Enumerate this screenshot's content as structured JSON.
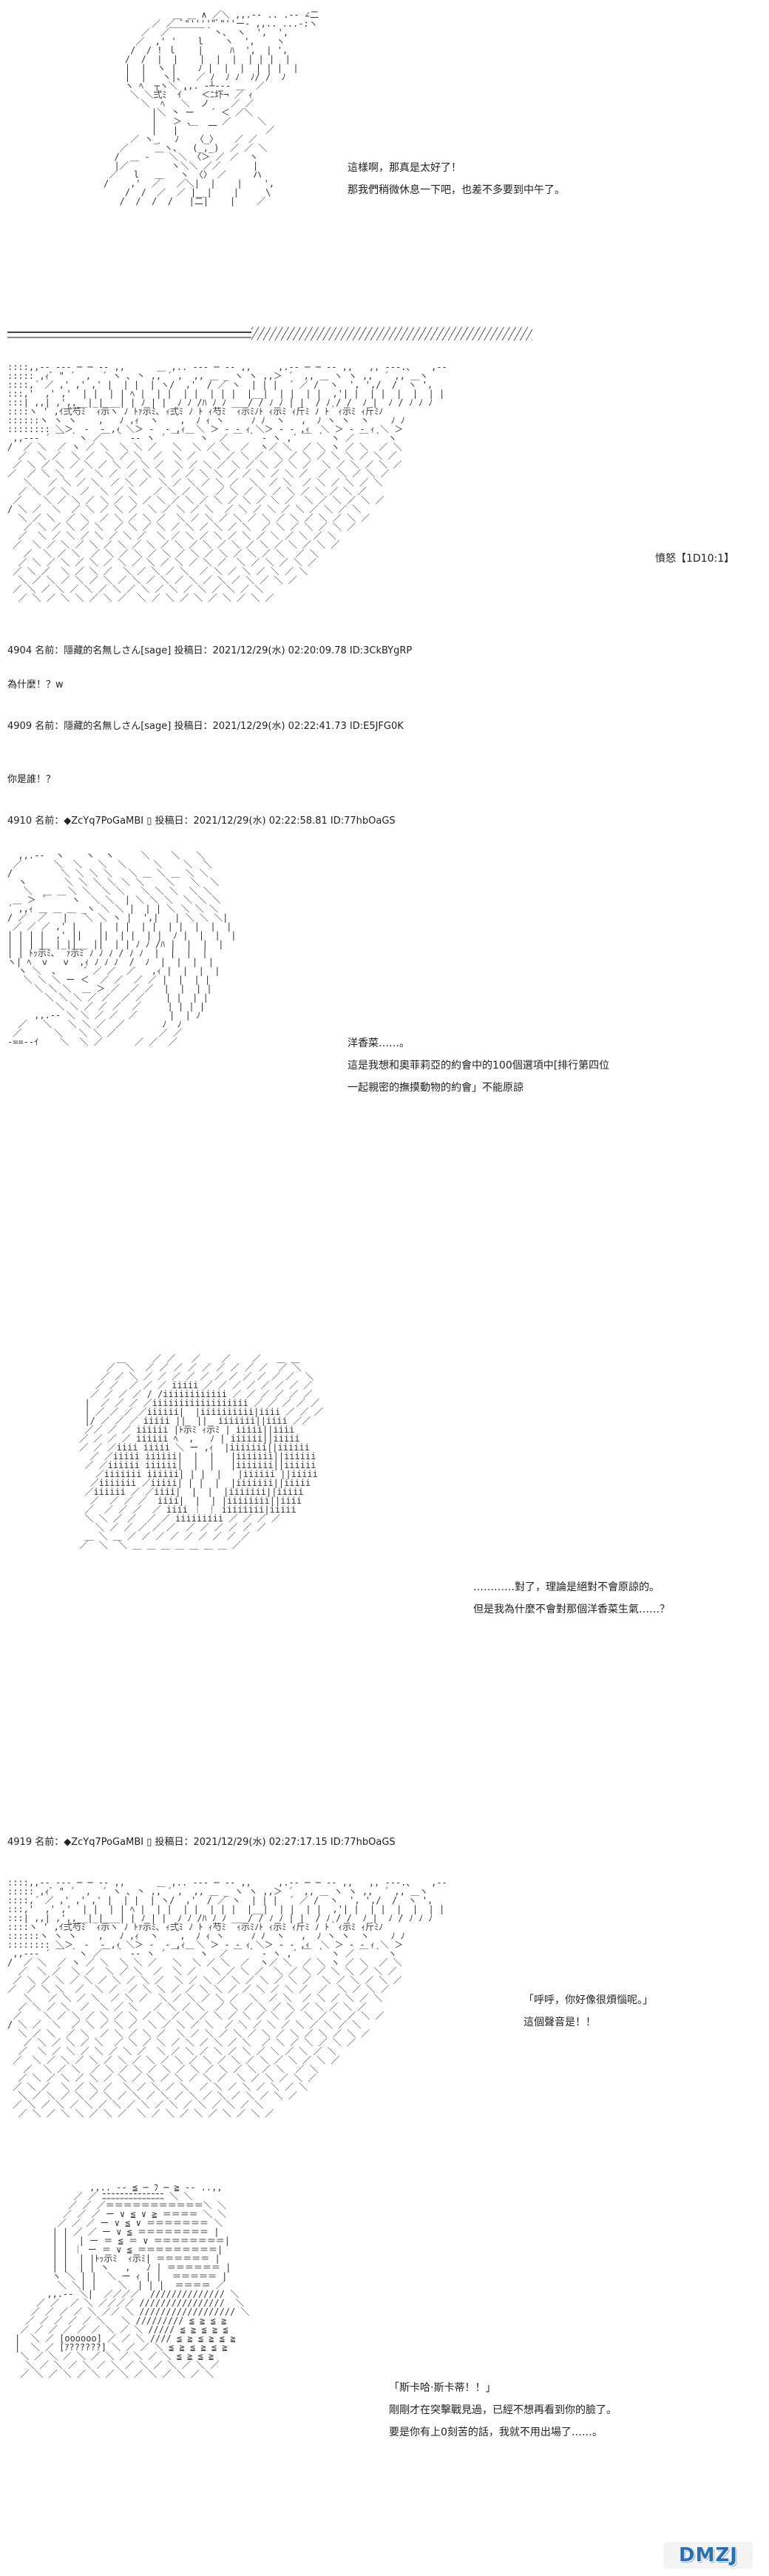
{
  "panel1": {
    "lines": [
      "這樣啊，那真是太好了！",
      "那我們稍微休息一下吧，也差不多要到中午了。"
    ]
  },
  "panel2": {
    "dice": "憤怒【1D10:1】"
  },
  "posts": [
    {
      "id": "post-4904",
      "header": "4904 名前：隱藏的名無しさん[sage] 投稿日：2021/12/29(水) 02:20:09.78 ID:3CkBYgRP",
      "body": [
        "為什麼！？w"
      ]
    },
    {
      "id": "post-4909",
      "header": "4909 名前：隱藏的名無しさん[sage] 投稿日：2021/12/29(水) 02:22:41.73 ID:E5JFG0K",
      "body": [
        "你是誰！？"
      ]
    },
    {
      "id": "post-4910",
      "header": "4910 名前：◆ZcYq7PoGaMBI ▯ 投稿日：2021/12/29(水) 02:22:58.81 ID:77hbOaGS",
      "body": []
    }
  ],
  "panel3": {
    "lines": [
      "洋香菜……。",
      "這是我想和奧菲莉亞的約會中的100個選項中[排行第四位",
      "一起親密的撫摸動物的約會」不能原諒"
    ]
  },
  "panel4": {
    "lines": [
      "…………對了，理論是絕對不會原諒的。",
      "但是我為什麼不會對那個洋香菜生氣……？"
    ]
  },
  "post4919": {
    "header": "4919 名前：◆ZcYq7PoGaMBI ▯ 投稿日：2021/12/29(水) 02:27:17.15 ID:77hbOaGS"
  },
  "panel5": {
    "lines": [
      "「呼呼，你好像很煩惱呢。」",
      "這個聲音是！！"
    ]
  },
  "panel6": {
    "lines": [
      "「斯卡哈‧斯卡蒂！！」",
      "剛剛才在突擊戰見過，已經不想再看到你的臉了。",
      "要是你有上0刻苦的話，我就不用出場了……。"
    ]
  },
  "watermark": {
    "logo": "DMZJ"
  }
}
